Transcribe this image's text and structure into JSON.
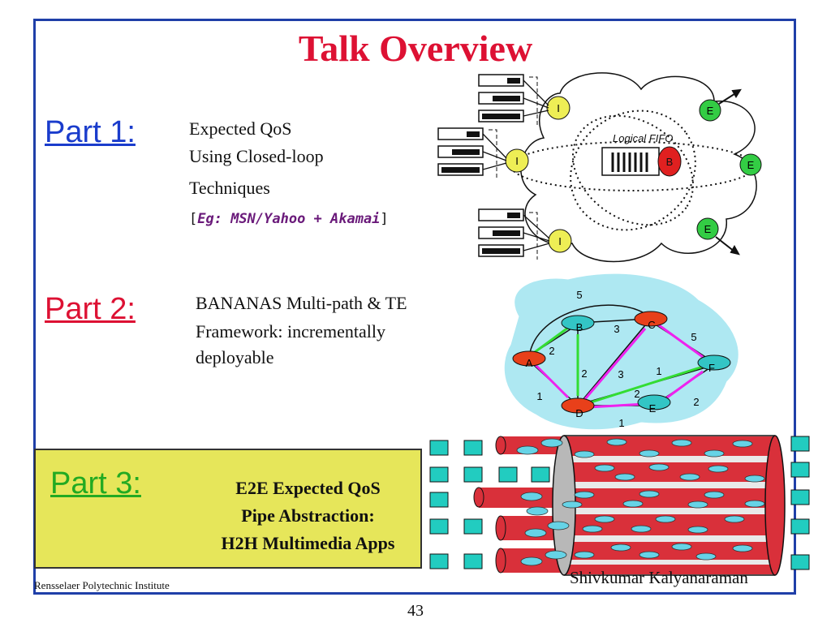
{
  "slide": {
    "title": "Talk Overview",
    "page_number": "43",
    "footer_left": "Rensselaer Polytechnic Institute",
    "footer_right": "Shivkumar Kalyanaraman"
  },
  "part1": {
    "label": "Part 1:",
    "lines": [
      "Expected QoS",
      "Using Closed-loop",
      "Techniques"
    ],
    "example_open": "[",
    "example": "Eg: MSN/Yahoo + Akamai",
    "example_close": "]"
  },
  "part2": {
    "label": "Part 2:",
    "lines": [
      "BANANAS Multi-path & TE",
      "Framework: incrementally",
      "deployable"
    ]
  },
  "part3": {
    "label": "Part 3:",
    "lines": [
      "E2E Expected QoS",
      "Pipe Abstraction:",
      "H2H Multimedia Apps"
    ]
  },
  "diagram1": {
    "fifo_label": "Logical FIFO",
    "ingress_label": "I",
    "egress_label": "E",
    "bottleneck_label": "B"
  },
  "diagram2": {
    "nodes": [
      "A",
      "B",
      "C",
      "D",
      "E",
      "F"
    ],
    "link_weights": [
      "5",
      "3",
      "5",
      "2",
      "2",
      "3",
      "1",
      "1",
      "2",
      "2",
      "1"
    ]
  },
  "colors": {
    "title": "#dd1133",
    "part1": "#1a3ccc",
    "part2": "#dd1133",
    "part3": "#22aa22",
    "frame": "#1f3fa8",
    "part3_box": "#e6e65a",
    "pipe": "#d9303a",
    "packet": "#22ccc0"
  }
}
